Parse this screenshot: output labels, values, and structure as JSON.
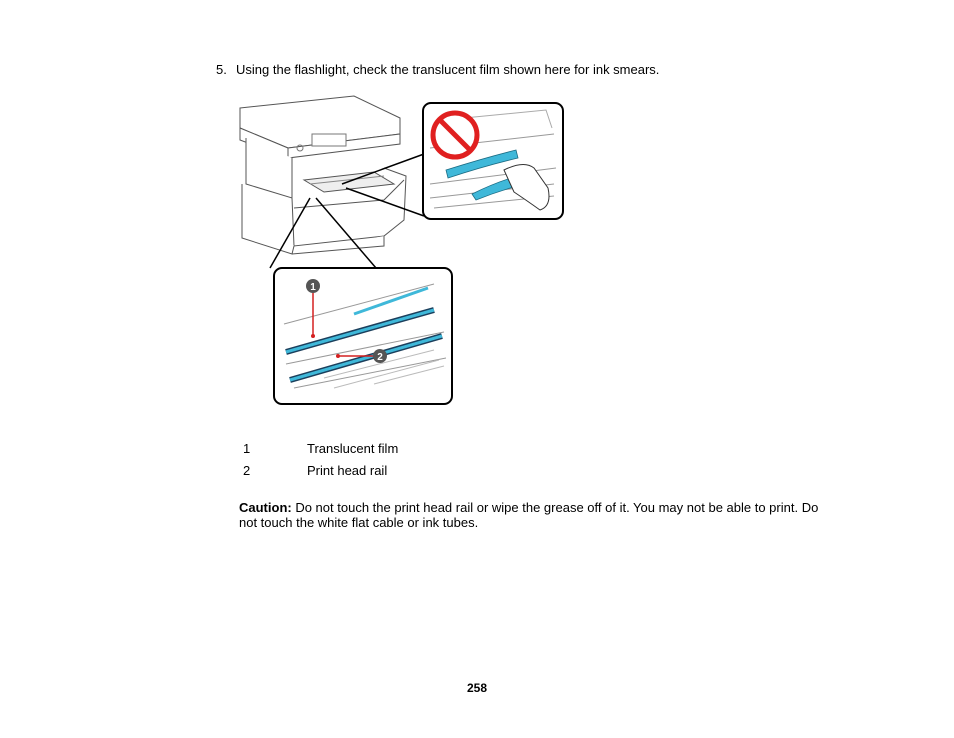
{
  "step": {
    "number": "5.",
    "text": "Using the flashlight, check the translucent film shown here for ink smears."
  },
  "figure": {
    "callout_1": "1",
    "callout_2": "2"
  },
  "legend": [
    {
      "number": "1",
      "label": "Translucent film"
    },
    {
      "number": "2",
      "label": "Print head rail"
    }
  ],
  "caution": {
    "label": "Caution:",
    "text": " Do not touch the print head rail or wipe the grease off of it. You may not be able to print. Do not touch the white flat cable or ink tubes."
  },
  "page_number": "258",
  "colors": {
    "accent_blue": "#3fb8d9",
    "prohibit_red": "#e02020",
    "callout_red": "#d42020"
  }
}
